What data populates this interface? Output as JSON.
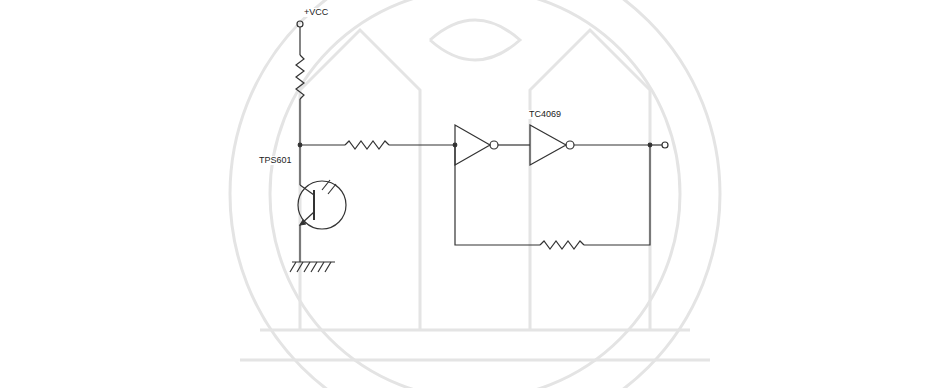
{
  "diagram": {
    "labels": [
      "+VCC",
      "TPS601",
      "TC4069"
    ]
  }
}
